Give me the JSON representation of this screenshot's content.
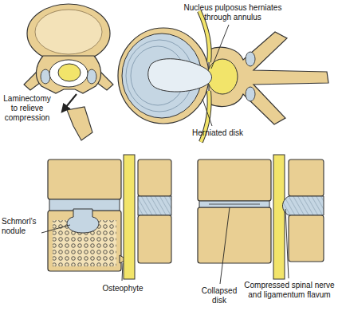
{
  "diagram": {
    "labels": [
      "Nucleus pulposus herniates through annulus",
      "Laminectomy to relieve compression",
      "Herniated disk",
      "Schmorl's nodule",
      "Osteophyte",
      "Collapsed disk",
      "Compressed spinal nerve and ligamentum flavum"
    ]
  }
}
